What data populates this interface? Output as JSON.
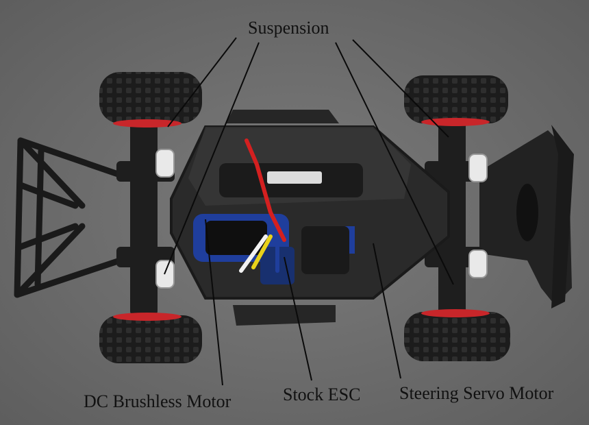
{
  "labels": {
    "suspension": "Suspension",
    "motor": "DC Brushless Motor",
    "esc": "Stock ESC",
    "servo": "Steering Servo Motor"
  },
  "colors": {
    "background": "#6b6b6b",
    "chassis": "#2a2a2a",
    "motor_blue": "#1f3e9c",
    "wheel_red": "#c8262a",
    "wire_red": "#d42020",
    "wire_yellow": "#e8d21a",
    "wire_white": "#f2f2f2",
    "label_text": "#111111"
  }
}
